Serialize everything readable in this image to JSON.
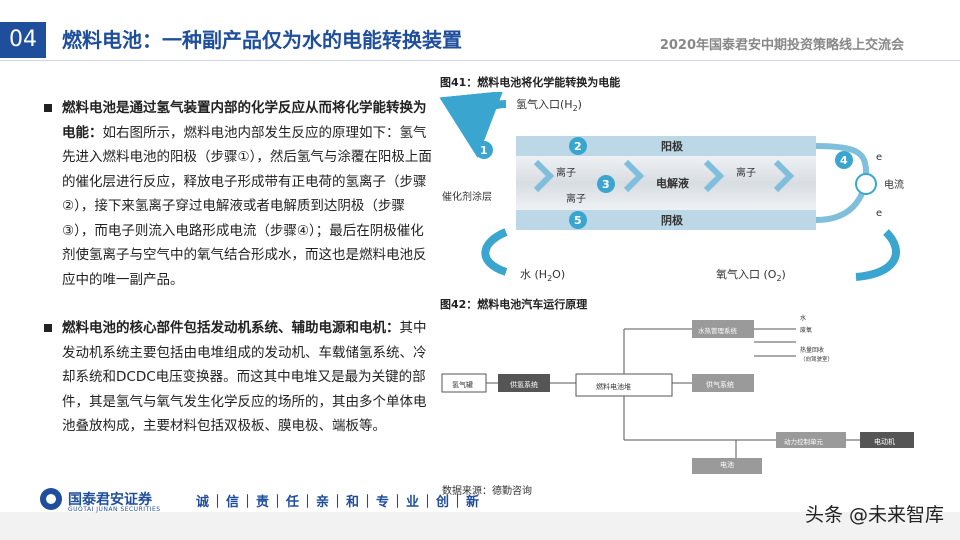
{
  "header": {
    "section_number": "04",
    "title": "燃料电池：一种副产品仅为水的电能转换装置",
    "event": "2020年国泰君安中期投资策略线上交流会"
  },
  "content": {
    "para1_bold": "燃料电池是通过氢气装置内部的化学反应从而将化学能转换为电能：",
    "para1_text": "如右图所示，燃料电池内部发生反应的原理如下：氢气先进入燃料电池的阳极（步骤①），然后氢气与涂覆在阳极上面的催化层进行反应，释放电子形成带有正电荷的氢离子（步骤②），接下来氢离子穿过电解液或者电解质到达阴极（步骤③），而电子则流入电路形成电流（步骤④）；最后在阴极催化剂使氢离子与空气中的氧气结合形成水，而这也是燃料电池反应中的唯一副产品。",
    "para2_bold": "燃料电池的核心部件包括发动机系统、辅助电源和电机：",
    "para2_text": "其中发动机系统主要包括由电堆组成的发动机、车载储氢系统、冷却系统和DCDC电压变换器。而这其中电堆又是最为关键的部件，其是氢气与氧气发生化学反应的场所的，其由多个单体电池叠放构成，主要材料包括双极板、膜电极、端板等。"
  },
  "figure41": {
    "caption": "图41：燃料电池将化学能转换为电能",
    "hydrogen_inlet": "氢气入口(H",
    "hydrogen_sub": "2",
    "anode": "阳极",
    "ion": "离子",
    "electrolyte": "电解液",
    "cathode": "阴极",
    "catalyst": "催化剂涂层",
    "current": "电流",
    "electron": "e",
    "water": "水 (H",
    "water_tail": "O)",
    "water_sub": "2",
    "oxygen_inlet": "氧气入口 (O",
    "oxygen_sub": "2",
    "steps": [
      "1",
      "2",
      "3",
      "4",
      "5"
    ]
  },
  "figure42": {
    "caption": "图42：燃料电池汽车运行原理",
    "hydrogen_tank": "氢气罐",
    "supply_system": "供氢系统",
    "fuel_stack": "燃料电池堆",
    "water_thermal": "水热管理系统",
    "air_supply": "供气系统",
    "power_control": "动力控制单元",
    "motor": "电动机",
    "battery": "电池",
    "out_water": "水",
    "out_exhaust": "废氧",
    "heat_recovery": "热量回收",
    "heat_recovery_sub": "（向驾驶室）"
  },
  "source": "数据来源：德勤咨询",
  "footer": {
    "logo_cn": "国泰君安证券",
    "logo_en": "GUOTAI JUNAN SECURITIES",
    "motto": "诚｜信｜责｜任｜亲｜和｜专｜业｜创｜新",
    "watermark": "头条 @未来智库"
  },
  "colors": {
    "brand_blue": "#1f4e9c",
    "diagram_cyan": "#3aa6cf",
    "dark_box": "#555555",
    "grey_box": "#9a9a9a"
  }
}
